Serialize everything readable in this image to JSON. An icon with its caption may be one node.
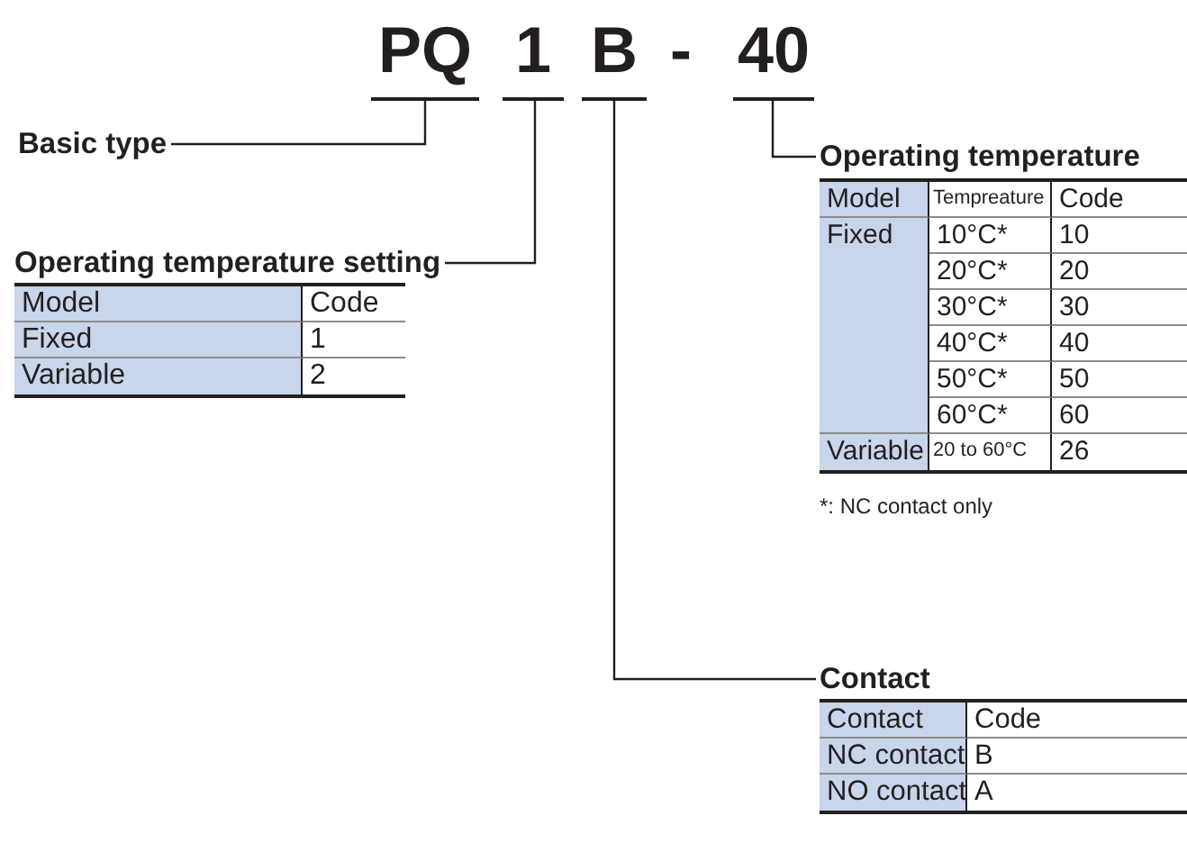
{
  "diagram": {
    "nodes": [
      {
        "text": [
          "PQ"
        ]
      },
      {
        "text": [
          "1"
        ]
      },
      {
        "text": [
          "B"
        ]
      },
      {
        "text": [
          "40"
        ]
      },
      {
        "text": [
          "Basic type"
        ]
      },
      {
        "text": [
          "Operating temperature setting"
        ]
      },
      {
        "text": [
          "Operating temperature"
        ]
      },
      {
        "text": [
          "Contact"
        ]
      }
    ],
    "edges": [
      {
        "from": 4,
        "to": 0,
        "arrow": "none"
      },
      {
        "from": 5,
        "to": 1,
        "arrow": "none"
      },
      {
        "from": 6,
        "to": 3,
        "arrow": "none"
      },
      {
        "from": 7,
        "to": 2,
        "arrow": "none"
      }
    ],
    "labels": [
      "-",
      "Model",
      "Code",
      "Fixed",
      "1",
      "Variable",
      "2",
      "Model",
      "Tempreature",
      "Code",
      "Fixed",
      "10°C*",
      "10",
      "20°C*",
      "20",
      "30°C*",
      "30",
      "40°C*",
      "40",
      "50°C*",
      "50",
      "60°C*",
      "60",
      "Variable",
      "20 to 60°C",
      "26",
      "*: NC contact only",
      "Contact",
      "Code",
      "NC contact",
      "B",
      "NO contact",
      "A"
    ]
  }
}
